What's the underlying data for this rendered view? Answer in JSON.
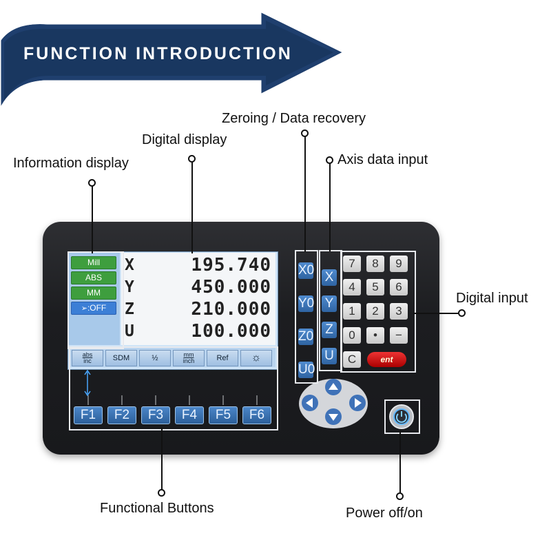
{
  "banner": {
    "title": "FUNCTION INTRODUCTION"
  },
  "callouts": {
    "information_display": "Information display",
    "digital_display": "Digital display",
    "zeroing": "Zeroing / Data recovery",
    "axis_data_input": "Axis data input",
    "digital_input": "Digital input",
    "functional_buttons": "Functional Buttons",
    "power": "Power off/on"
  },
  "info_display": {
    "items": [
      "Mill",
      "ABS",
      "MM",
      ":OFF"
    ]
  },
  "dro": {
    "rows": [
      {
        "axis": "X",
        "value": "195.740"
      },
      {
        "axis": "Y",
        "value": "450.000"
      },
      {
        "axis": "Z",
        "value": "210.000"
      },
      {
        "axis": "U",
        "value": "100.000"
      }
    ]
  },
  "softkeys": {
    "abs_inc_top": "abs",
    "abs_inc_bottom": "inc",
    "sdm": "SDM",
    "half": "½",
    "mm_inch_top": "mm",
    "mm_inch_bottom": "inch",
    "ref": "Ref",
    "settings": "☼"
  },
  "function_keys": [
    "F1",
    "F2",
    "F3",
    "F4",
    "F5",
    "F6"
  ],
  "zero_keys": [
    "X0",
    "Y0",
    "Z0",
    "U0"
  ],
  "axis_keys": [
    "X",
    "Y",
    "Z",
    "U"
  ],
  "keypad": [
    "7",
    "8",
    "9",
    "4",
    "5",
    "6",
    "1",
    "2",
    "3",
    "0",
    "•",
    "−",
    "C"
  ],
  "enter_label": "ent"
}
